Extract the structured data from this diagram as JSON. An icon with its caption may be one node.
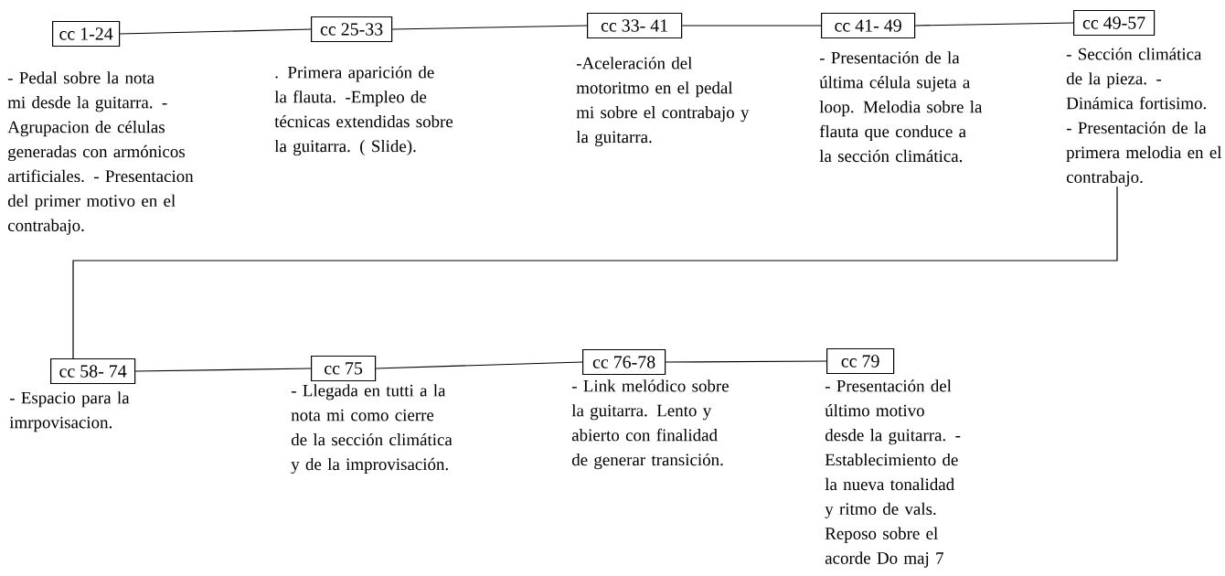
{
  "diagram": {
    "nodes": [
      {
        "text": [
          "cc 1-24"
        ],
        "beside": [
          "- Pedal sobre la nota mi desde la guitarra. - Agrupacion de células generadas con armónicos artificiales. - Presentacion del primer motivo en el contrabajo."
        ]
      },
      {
        "text": [
          "cc 25-33"
        ],
        "beside": [
          ". Primera aparición de la flauta. -Empleo de técnicas extendidas sobre la guitarra. ( Slide)."
        ]
      },
      {
        "text": [
          "cc 33- 41"
        ],
        "beside": [
          "-Aceleración del motoritmo en el pedal mi sobre el contrabajo y la guitarra."
        ]
      },
      {
        "text": [
          "cc 41- 49"
        ],
        "beside": [
          "- Presentación de la última célula sujeta a loop. Melodia sobre la flauta que conduce a la sección climática."
        ]
      },
      {
        "text": [
          "cc 49-57"
        ],
        "beside": [
          "- Sección climática de la pieza. - Dinámica fortisimo. - Presentación de la primera melodia en el contrabajo."
        ]
      },
      {
        "text": [
          "cc 58- 74"
        ],
        "beside": [
          "- Espacio para la imrpovisacion."
        ]
      },
      {
        "text": [
          "cc 75"
        ],
        "beside": [
          "- Llegada en tutti a la nota mi como cierre de la sección climática y de la improvisación."
        ]
      },
      {
        "text": [
          "cc 76-78"
        ],
        "beside": [
          "- Link melódico sobre la guitarra. Lento y abierto con finalidad de generar transición."
        ]
      },
      {
        "text": [
          "cc 79"
        ],
        "beside": [
          "- Presentación del último motivo desde la guitarra. - Establecimiento de la nueva tonalidad y ritmo de vals. Reposo sobre el acorde Do maj 7"
        ]
      }
    ],
    "edges": [
      {
        "from": 0,
        "to": 1,
        "arrow": "none"
      },
      {
        "from": 1,
        "to": 2,
        "arrow": "none"
      },
      {
        "from": 2,
        "to": 3,
        "arrow": "none"
      },
      {
        "from": 3,
        "to": 4,
        "arrow": "none"
      },
      {
        "from": 4,
        "to": 5,
        "arrow": "none"
      },
      {
        "from": 5,
        "to": 6,
        "arrow": "none"
      },
      {
        "from": 6,
        "to": 7,
        "arrow": "none"
      },
      {
        "from": 7,
        "to": 8,
        "arrow": "none"
      }
    ]
  }
}
